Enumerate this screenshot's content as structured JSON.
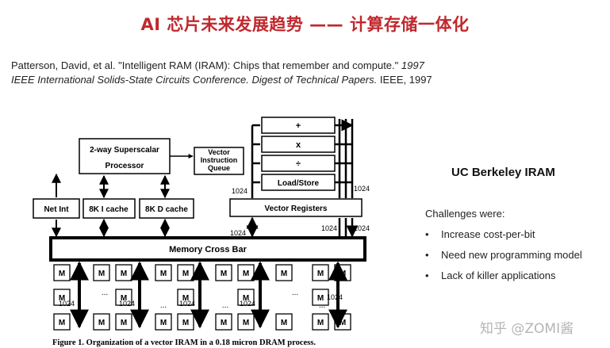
{
  "title": "AI 芯片未来发展趋势 —— 计算存储一体化",
  "citation": {
    "authors": "Patterson, David, et al. \"Intelligent RAM (IRAM): Chips that remember and compute.\"",
    "venue": "1997 IEEE International Solids-State Circuits Conference. Digest of Technical Papers.",
    "publisher": "IEEE, 1997"
  },
  "diagram": {
    "processor": "2-way Superscalar Processor",
    "vector_queue": [
      "Vector",
      "Instruction",
      "Queue"
    ],
    "net_int": "Net Int",
    "icache": "8K I cache",
    "dcache": "8K D cache",
    "alu_ops": [
      "+",
      "x",
      "÷",
      "Load/Store"
    ],
    "vector_registers": "Vector Registers",
    "crossbar": "Memory Cross Bar",
    "bus_width": "1024",
    "memory_module": "M",
    "ellipsis": "...",
    "caption": "Figure 1. Organization of a vector IRAM in a 0.18 micron DRAM process."
  },
  "side_title": "UC Berkeley IRAM",
  "challenges_label": "Challenges were:",
  "bullets": [
    "Increase cost-per-bit",
    "Need new programming model",
    "Lack of killer applications"
  ],
  "bullet_symbol": "•",
  "watermark": "知乎 @ZOMI酱",
  "colors": {
    "title": "#c0282d",
    "text": "#222222",
    "diagram": "#000000"
  }
}
